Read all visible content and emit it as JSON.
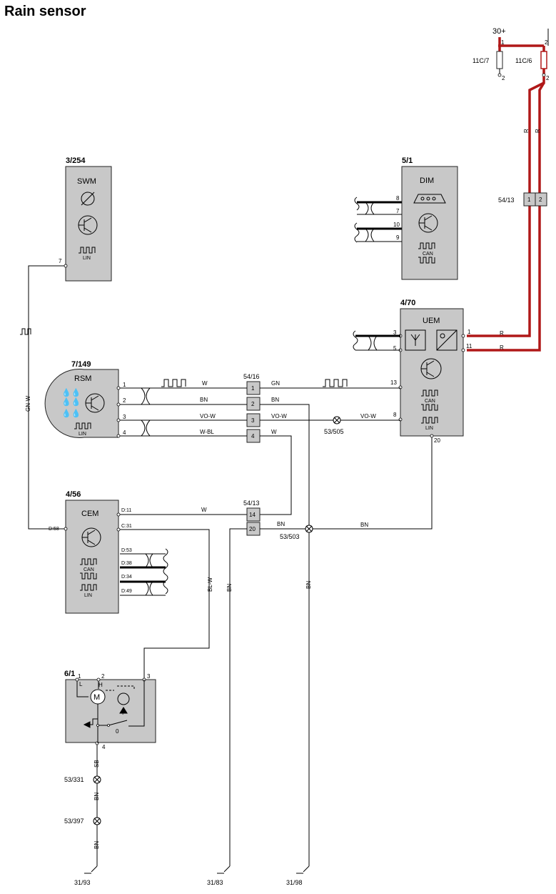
{
  "title": "Rain sensor",
  "power": {
    "label": "30+",
    "pins": [
      "1",
      "2"
    ]
  },
  "fuses": [
    {
      "id": "11C/7"
    },
    {
      "id": "11C/6"
    }
  ],
  "modules": {
    "swm": {
      "id": "3/254",
      "name": "SWM",
      "pin": "7",
      "bus": "LIN"
    },
    "dim": {
      "id": "5/1",
      "name": "DIM",
      "pins": [
        "8",
        "7",
        "10",
        "9"
      ],
      "bus": "CAN"
    },
    "uem": {
      "id": "4/70",
      "name": "UEM",
      "pins": [
        "3",
        "5",
        "1",
        "11",
        "13",
        "8",
        "20"
      ],
      "bus_can": "CAN",
      "bus_lin": "LIN"
    },
    "rsm": {
      "id": "7/149",
      "name": "RSM",
      "pins": [
        "1",
        "2",
        "3",
        "4"
      ],
      "bus": "LIN"
    },
    "cem": {
      "id": "4/56",
      "name": "CEM",
      "pins": [
        "D:11",
        "C:31",
        "D:58",
        "D:53",
        "D:38",
        "D:34",
        "D:49"
      ],
      "bus_can": "CAN",
      "bus_lin": "LIN"
    },
    "wiper": {
      "id": "6/1",
      "pins": [
        "1",
        "2",
        "3",
        "4"
      ],
      "motor": "M",
      "low": "L",
      "high": "H",
      "park": "0",
      "run": "I"
    }
  },
  "connectors": {
    "c5413_top": {
      "id": "54/13",
      "pins": [
        "1",
        "2"
      ]
    },
    "c5416": {
      "id": "54/16",
      "pins": [
        "1",
        "2",
        "3",
        "4"
      ]
    },
    "c5413_low": {
      "id": "54/13",
      "pins": [
        "14",
        "20"
      ]
    }
  },
  "splices": [
    "53/505",
    "53/503",
    "53/331",
    "53/397"
  ],
  "grounds": [
    "31/93",
    "31/83",
    "31/98"
  ],
  "wire_colors": {
    "r": "R",
    "gnw": "GN-W",
    "w": "W",
    "bn": "BN",
    "vow": "VO-W",
    "wbl": "W-BL",
    "gn": "GN",
    "blw": "BL-W",
    "sb": "SB"
  },
  "colors": {
    "module_fill": "#c8c8c8",
    "power_wire": "#b01818"
  }
}
